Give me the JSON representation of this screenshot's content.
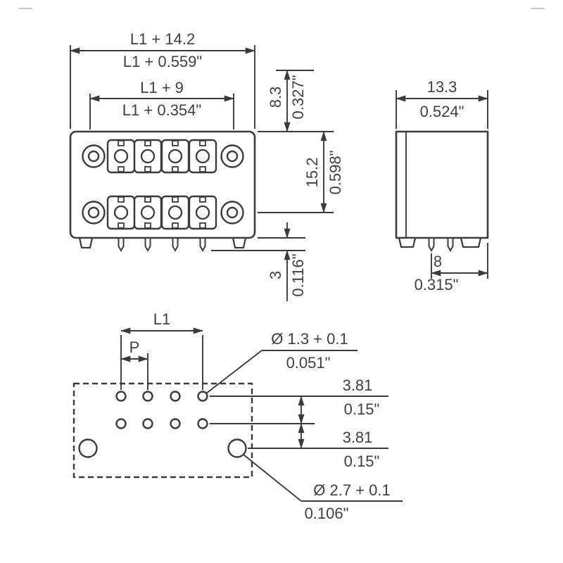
{
  "front_view": {
    "outer_width_mm": "L1 + 14.2",
    "outer_width_inch": "L1 + 0.559\"",
    "inner_width_mm": "L1 + 9",
    "inner_width_inch": "L1 + 0.354\"",
    "top_height_mm": "8.3",
    "top_height_inch": "0.327\"",
    "body_height_mm": "15.2",
    "body_height_inch": "0.598\"",
    "pin_length_mm": "3",
    "pin_length_inch": "0.116\""
  },
  "side_view": {
    "depth_mm": "13.3",
    "depth_inch": "0.524\"",
    "pin_spacing_mm": "8",
    "pin_spacing_inch": "0.315\""
  },
  "drill_plan": {
    "length_label": "L1",
    "pitch_label": "P",
    "small_hole_dia_mm": "Ø 1.3 + 0.1",
    "small_hole_dia_inch": "0.051\"",
    "row_spacing_top_mm": "3.81",
    "row_spacing_top_inch": "0.15\"",
    "row_spacing_bottom_mm": "3.81",
    "row_spacing_bottom_inch": "0.15\"",
    "large_hole_dia_mm": "Ø 2.7 + 0.1",
    "large_hole_dia_inch": "0.106\""
  }
}
